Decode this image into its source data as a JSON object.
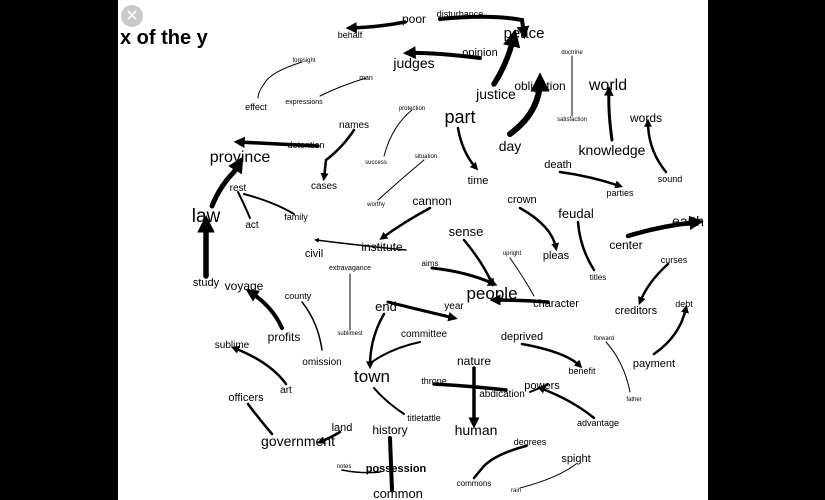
{
  "title": "x of the y",
  "close_icon": "close-icon",
  "colors": {
    "background": "#000000",
    "canvas": "#ffffff",
    "ink": "#000000",
    "close_button": "#c9c9c9"
  },
  "words": {
    "disturbance": "disturbance",
    "poor": "poor",
    "behalf": "behalf",
    "peace": "peace",
    "judges": "judges",
    "opinion": "opinion",
    "foresight": "foresight",
    "man": "man",
    "effect": "effect",
    "expressions": "expressions",
    "doctrine": "doctrine",
    "justice": "justice",
    "obligation": "obligation",
    "world": "world",
    "names": "names",
    "protection": "protection",
    "part": "part",
    "satisfaction": "satisfaction",
    "words": "words",
    "detention": "detention",
    "province": "province",
    "day": "day",
    "knowledge": "knowledge",
    "situation": "situation",
    "success": "success",
    "cases": "cases",
    "time": "time",
    "death": "death",
    "sound": "sound",
    "rest": "rest",
    "parties": "parties",
    "worthy": "worthy",
    "cannon": "cannon",
    "crown": "crown",
    "feudal": "feudal",
    "law": "law",
    "act": "act",
    "family": "family",
    "earth": "earth",
    "sense": "sense",
    "institute": "institute",
    "center": "center",
    "civil": "civil",
    "upright": "upright",
    "pleas": "pleas",
    "curses": "curses",
    "extravagance": "extravagance",
    "aims": "aims",
    "titles": "titles",
    "study": "study",
    "voyage": "voyage",
    "people": "people",
    "county": "county",
    "end": "end",
    "year": "year",
    "character": "character",
    "creditors": "creditors",
    "debt": "debt",
    "sublimest": "sublimest",
    "committee": "committee",
    "profits": "profits",
    "deprived": "deprived",
    "forward": "forward",
    "sublime": "sublime",
    "omission": "omission",
    "nature": "nature",
    "payment": "payment",
    "town": "town",
    "benefit": "benefit",
    "throne": "throne",
    "art": "art",
    "abdication": "abdication",
    "powers": "powers",
    "officers": "officers",
    "father": "father",
    "titletattle": "titletattle",
    "advantage": "advantage",
    "land": "land",
    "history": "history",
    "human": "human",
    "government": "government",
    "degrees": "degrees",
    "notes": "notes",
    "possession": "possession",
    "spight": "spight",
    "commons": "commons",
    "rain": "rain",
    "common": "common"
  }
}
